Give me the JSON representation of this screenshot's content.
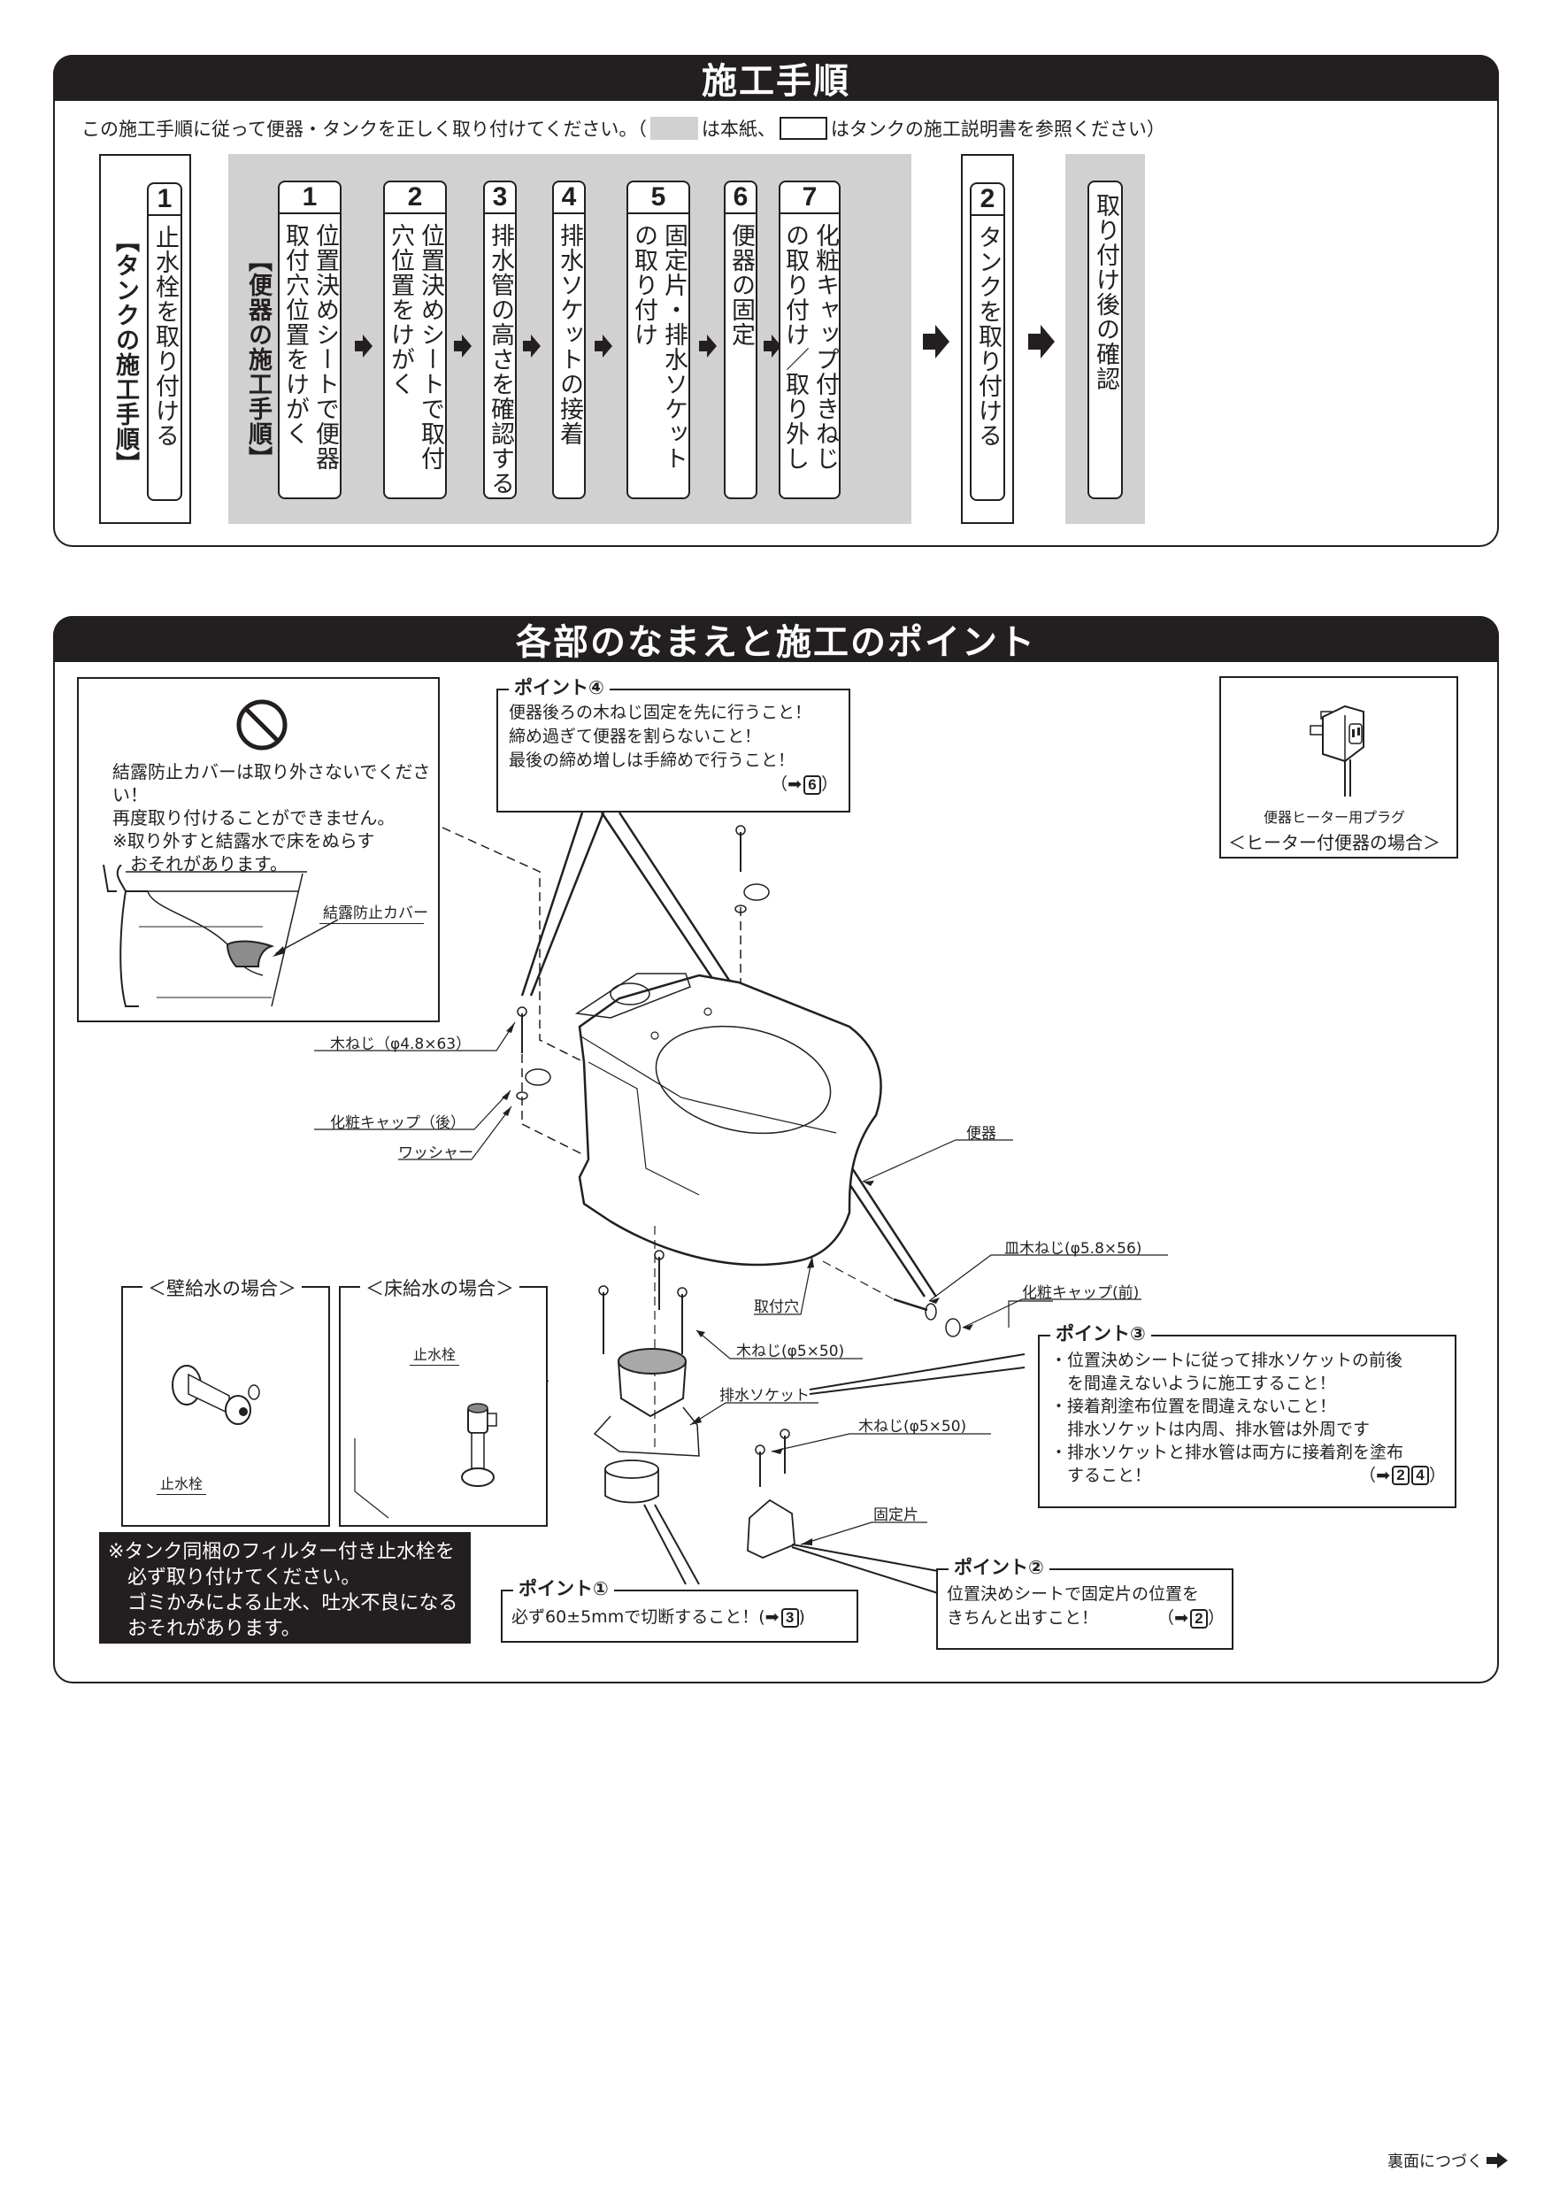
{
  "procedure": {
    "title": "施工手順",
    "intro": {
      "text_before": "この施工手順に従って便器・タンクを正しく取り付けてください。（",
      "gray_meaning": "は本紙、",
      "white_meaning": "はタンクの施工説明書を参照ください）"
    },
    "tank_group_label": "【タンクの施工手順】",
    "tank_step_1": {
      "num": "1",
      "text": "止水栓を取り付ける"
    },
    "toilet_group_label": "【便器の施工手順】",
    "toilet_steps": [
      {
        "num": "1",
        "text": "位置決めシートで便器取付穴位置をけがく"
      },
      {
        "num": "2",
        "text": "位置決めシートで取付穴位置をけがく"
      },
      {
        "num": "3",
        "text": "排水管の高さを確認する"
      },
      {
        "num": "4",
        "text": "排水ソケットの接着"
      },
      {
        "num": "5",
        "text": "固定片・排水ソケットの取り付け"
      },
      {
        "num": "6",
        "text": "便器の固定"
      },
      {
        "num": "7",
        "text": "化粧キャップ付きねじの取り付け／取り外し"
      }
    ],
    "tank_step_2": {
      "num": "2",
      "text": "タンクを取り付ける"
    },
    "final_step": {
      "text": "取り付け後の確認"
    }
  },
  "parts": {
    "title": "各部のなまえと施工のポイント",
    "warning_box": {
      "icon": "prohibited-icon",
      "lines": [
        "結露防止カバーは取り外さないでください！",
        "再度取り付けることができません。",
        "※取り外すと結露水で床をぬらす",
        "　おそれがあります。"
      ],
      "part_label": "結露防止カバー"
    },
    "heater_box": {
      "plug_label": "便器ヒーター用プラグ",
      "case_label": "＜ヒーター付便器の場合＞"
    },
    "point4": {
      "title": "ポイント④",
      "lines": [
        "便器後ろの木ねじ固定を先に行うこと！",
        "締め過ぎて便器を割らないこと！",
        "最後の締め増しは手締めで行うこと！"
      ],
      "ref": "6"
    },
    "point3": {
      "title": "ポイント③",
      "lines": [
        "・位置決めシートに従って排水ソケットの前後",
        "　を間違えないように施工すること！",
        "・接着剤塗布位置を間違えないこと！",
        "　排水ソケットは内周、排水管は外周です",
        "・排水ソケットと排水管は両方に接着剤を塗布",
        "　すること！"
      ],
      "refs": [
        "2",
        "4"
      ]
    },
    "point2": {
      "title": "ポイント②",
      "lines": [
        "位置決めシートで固定片の位置を",
        "きちんと出すこと！"
      ],
      "ref": "2"
    },
    "point1": {
      "title": "ポイント①",
      "text": "必ず60±5mmで切断すること！(",
      "ref": "3"
    },
    "labels": {
      "wood_screw_rear": "木ねじ（φ4.8×63）",
      "cap_rear": "化粧キャップ（後）",
      "washer": "ワッシャー",
      "toilet": "便器",
      "flat_screw": "皿木ねじ(φ5.8×56)",
      "cap_front": "化粧キャップ(前)",
      "mount_hole": "取付穴",
      "wood_screw_socket": "木ねじ(φ5×50)",
      "drain_socket": "排水ソケット",
      "wood_screw_fix": "木ねじ(φ5×50)",
      "fixing_piece": "固定片"
    },
    "wall_supply": {
      "caption": "＜壁給水の場合＞",
      "valve_label": "止水栓"
    },
    "floor_supply": {
      "caption": "＜床給水の場合＞",
      "valve_label": "止水栓"
    },
    "black_note": [
      "※タンク同梱のフィルター付き止水栓を",
      "　必ず取り付けてください。",
      "　ゴミかみによる止水、吐水不良になる",
      "　おそれがあります。"
    ]
  },
  "footer": {
    "text": "裏面につづく"
  },
  "colors": {
    "ink": "#231f20",
    "gray_fill": "#d1d1d1",
    "white": "#ffffff"
  }
}
